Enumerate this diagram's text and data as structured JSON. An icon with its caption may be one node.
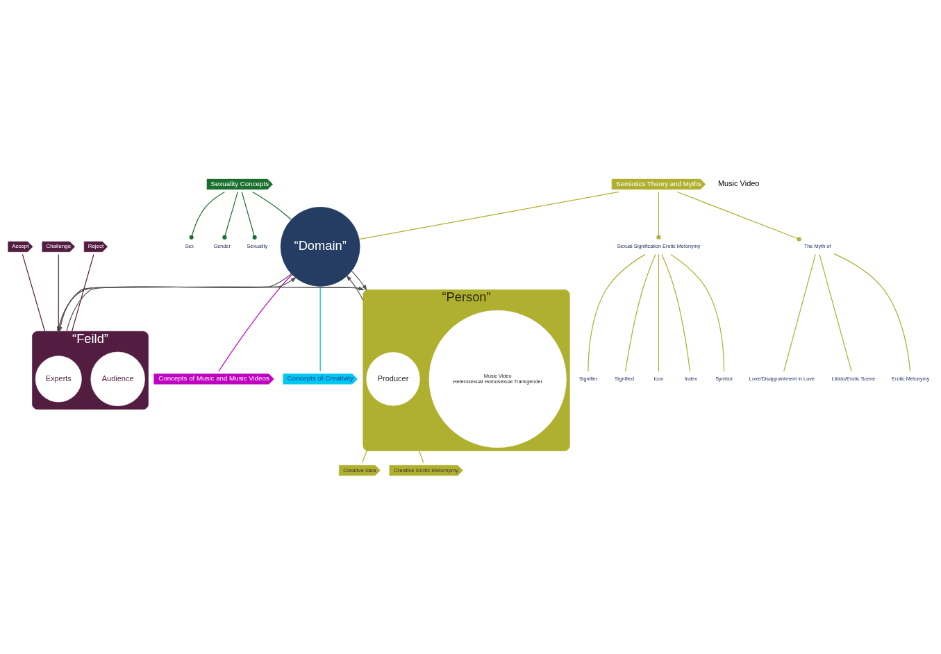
{
  "diagram": {
    "nodes": [
      {
        "text": [
          "“Domain”"
        ]
      },
      {
        "text": [
          "Sexuality Concepts"
        ]
      },
      {
        "text": [
          "Sex"
        ]
      },
      {
        "text": [
          "Gender"
        ]
      },
      {
        "text": [
          "Sexuality"
        ]
      },
      {
        "text": [
          "Semiotics Theory and Myths"
        ]
      },
      {
        "text": [
          "Sexual Signification Erotic Metonymy"
        ]
      },
      {
        "text": [
          "Signifier"
        ]
      },
      {
        "text": [
          "Signified"
        ]
      },
      {
        "text": [
          "Icon"
        ]
      },
      {
        "text": [
          "Index"
        ]
      },
      {
        "text": [
          "Symbol"
        ]
      },
      {
        "text": [
          "The Myth of"
        ]
      },
      {
        "text": [
          "Love/Disappointment in Love"
        ]
      },
      {
        "text": [
          "Libido/Erotic Scene"
        ]
      },
      {
        "text": [
          "Erotic Metonymy"
        ]
      },
      {
        "text": [
          "Concepts of Music and Music Videos"
        ]
      },
      {
        "text": [
          "Concepts of Creativity"
        ]
      },
      {
        "text": [
          "“Feild”"
        ]
      },
      {
        "text": [
          "Audience"
        ],
        "in": 18
      },
      {
        "text": [
          "Experts"
        ],
        "in": 18
      },
      {
        "text": [
          "“Person”"
        ]
      },
      {
        "text": [
          "Music Video",
          "Heterosexual Homosexual Transgender"
        ],
        "in": 21
      },
      {
        "text": [
          "Producer"
        ],
        "in": 21
      },
      {
        "text": [
          "Accept"
        ]
      },
      {
        "text": [
          "Challenge"
        ]
      },
      {
        "text": [
          "Reject"
        ]
      },
      {
        "text": [
          "Creative Idea"
        ]
      },
      {
        "text": [
          "Creative Erotic Metomymy"
        ]
      }
    ],
    "edges": [
      {
        "from": 1,
        "to": 0,
        "arrow": "none",
        "color": "#1a6e2e"
      },
      {
        "from": 1,
        "to": 2,
        "arrow": "other",
        "color": "#1a6e2e"
      },
      {
        "from": 1,
        "to": 3,
        "arrow": "other",
        "color": "#1a6e2e"
      },
      {
        "from": 1,
        "to": 4,
        "arrow": "other",
        "color": "#1a6e2e"
      },
      {
        "from": 5,
        "to": 0,
        "arrow": "none"
      },
      {
        "from": 5,
        "to": 6,
        "arrow": "other"
      },
      {
        "from": 5,
        "to": 12,
        "arrow": "other"
      },
      {
        "from": 6,
        "to": 7,
        "arrow": "none"
      },
      {
        "from": 6,
        "to": 8,
        "arrow": "none"
      },
      {
        "from": 6,
        "to": 9,
        "arrow": "none"
      },
      {
        "from": 6,
        "to": 10,
        "arrow": "none"
      },
      {
        "from": 6,
        "to": 11,
        "arrow": "none"
      },
      {
        "from": 12,
        "to": 13,
        "arrow": "none"
      },
      {
        "from": 12,
        "to": 14,
        "arrow": "none"
      },
      {
        "from": 12,
        "to": 15,
        "arrow": "none"
      },
      {
        "from": 0,
        "to": 16,
        "arrow": "none",
        "color": "#c000c0"
      },
      {
        "from": 0,
        "to": 17,
        "arrow": "none",
        "color": "#00b8e6"
      },
      {
        "from": 0,
        "to": 18,
        "arrow": "to",
        "color": "#555555"
      },
      {
        "from": 18,
        "to": 0,
        "arrow": "to",
        "color": "#555555"
      },
      {
        "from": 21,
        "to": 0,
        "arrow": "to",
        "color": "#555555"
      },
      {
        "from": 0,
        "to": 21,
        "arrow": "to",
        "color": "#555555"
      },
      {
        "from": 18,
        "to": 21,
        "arrow": "to",
        "color": "#555555"
      },
      {
        "from": 21,
        "to": 18,
        "arrow": "to",
        "color": "#555555"
      },
      {
        "from": 18,
        "to": 24,
        "arrow": "none",
        "color": "#521d40"
      },
      {
        "from": 18,
        "to": 25,
        "arrow": "none",
        "color": "#521d40"
      },
      {
        "from": 18,
        "to": 26,
        "arrow": "none",
        "color": "#521d40"
      },
      {
        "from": 23,
        "to": 27,
        "arrow": "none"
      },
      {
        "from": 23,
        "to": 28,
        "arrow": "none"
      }
    ],
    "labels": [
      "Music Video"
    ]
  }
}
